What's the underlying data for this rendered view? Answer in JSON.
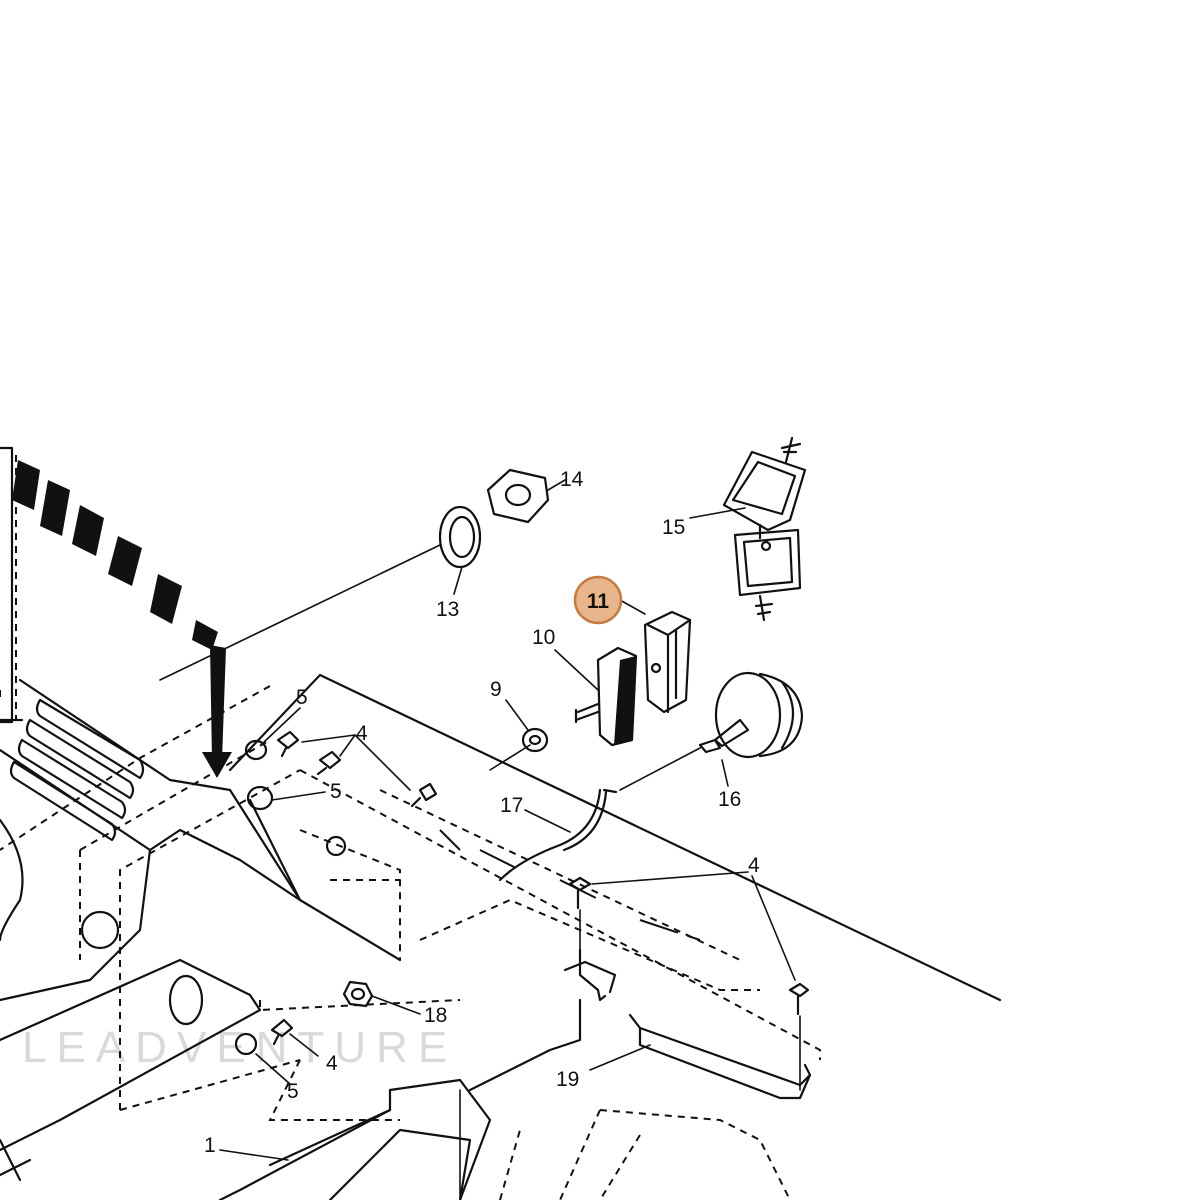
{
  "watermark": "LEADVENTURE",
  "highlight": {
    "label": "11",
    "fill": "#e9b58a",
    "stroke": "#c77a3f"
  },
  "callouts": {
    "c1": "1",
    "c4a": "4",
    "c4b": "4",
    "c4c": "4",
    "c5a": "5",
    "c5b": "5",
    "c5c": "5",
    "c9": "9",
    "c10": "10",
    "c13": "13",
    "c14": "14",
    "c15": "15",
    "c16": "16",
    "c17": "17",
    "c18": "18",
    "c19": "19"
  }
}
